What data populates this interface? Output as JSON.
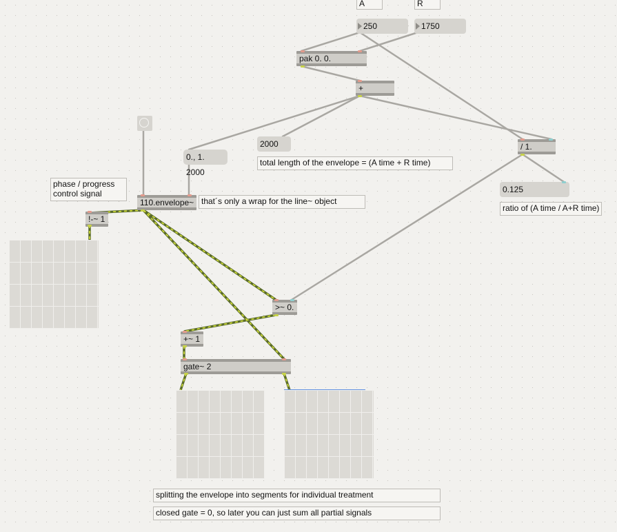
{
  "patch": {
    "comments": {
      "a_label": "A",
      "r_label": "R",
      "phase": "phase / progress control signal",
      "wrap": "that´s only a wrap for the line~ object",
      "total_length": "total length of the envelope = (A time + R time)",
      "ratio": "ratio of (A time / A+R time)",
      "splitting": "splitting the envelope into segments for individual treatment",
      "closed_gate": "closed gate = 0, so later you can just sum all partial signals"
    },
    "numbers": {
      "attack": "250",
      "release": "1750",
      "total": "2000",
      "ratio": "0.125"
    },
    "messages": {
      "line_msg": "0., 1. 2000"
    },
    "objects": {
      "pak": "pak 0. 0.",
      "add": "+",
      "divide": "/ 1.",
      "envelope": "110.envelope~",
      "invert": "!-~ 1",
      "compare": ">~ 0.",
      "plus_one": "+~ 1",
      "gate": "gate~ 2"
    },
    "colors": {
      "box": "#cfcdc8",
      "box_border": "#9d9b96",
      "patch_cord": "#a9a7a2",
      "signal_cord": "#5a6b2a",
      "signal_cord_dash": "#d7e33a",
      "inlet": "#e29a8c",
      "outlet_signal": "#c7d24a",
      "outlet_control": "#8fcfcf",
      "scope_trace": "#5f8fe0"
    }
  }
}
